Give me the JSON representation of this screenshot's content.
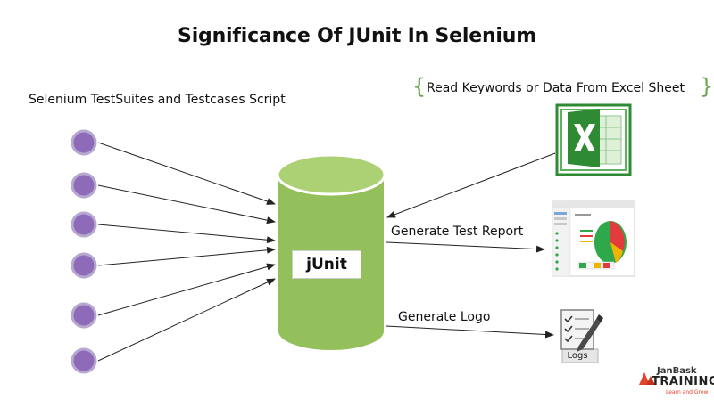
{
  "title": "Significance Of JUnit In Selenium",
  "left_label": "Selenium TestSuites and Testcases Script",
  "excel_label": "Read Keywords or Data From Excel Sheet",
  "brace_open": "{",
  "brace_close": "}",
  "center_label": "jUnit",
  "report_label": "Generate Test Report",
  "logs_label": "Generate Logo",
  "logs_icon_text": "Logs",
  "brand": {
    "name": "JanBask",
    "training": "TRAINING",
    "tagline": "Learn and Grow"
  },
  "colors": {
    "node_fill": "#8e6bb8",
    "node_stroke": "#b7a8cf",
    "cylinder_body": "#93c05a",
    "cylinder_top": "#acd174",
    "excel_green": "#2e8b34",
    "brace": "#6aa84f",
    "brand_red": "#e0452c"
  },
  "icons": [
    "excel-icon",
    "test-report-icon",
    "logs-icon",
    "janbask-logo-icon"
  ]
}
